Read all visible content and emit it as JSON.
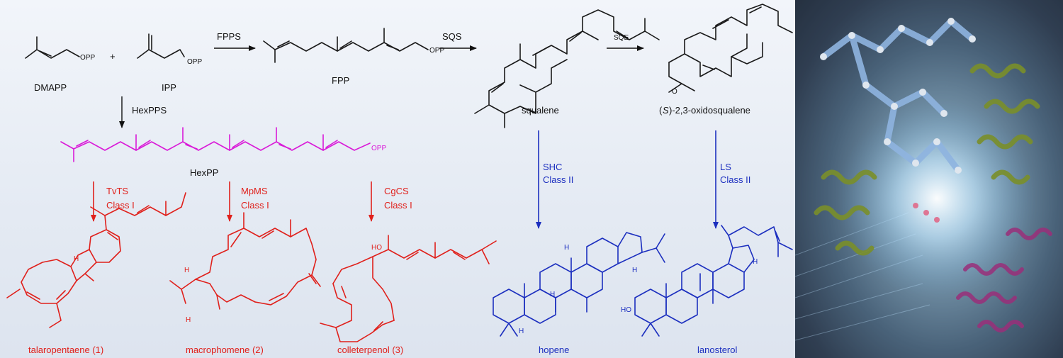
{
  "reagents": {
    "dmapp": "DMAPP",
    "ipp": "IPP",
    "plus": "+",
    "fpp": "FPP",
    "squalene": "squalene",
    "oxido_prefix": "(",
    "oxido_s": "S",
    "oxido_suffix": ")-2,3-oxidosqualene",
    "hexpp": "HexPP",
    "opp": "OPP",
    "o_atom": "O"
  },
  "enzymes": {
    "fpps": "FPPS",
    "sqs": "SQS",
    "sqe": "SQE",
    "hexpps": "HexPPS",
    "tvts": "TvTS",
    "mpms": "MpMS",
    "cgcs": "CgCS",
    "shc": "SHC",
    "ls": "LS",
    "class_one": "Class I",
    "class_two": "Class II"
  },
  "products": {
    "talaropentaene": "talaropentaene (1)",
    "macrophomene": "macrophomene (2)",
    "colleterpenol": "colleterpenol (3)",
    "hopene": "hopene",
    "lanosterol": "lanosterol"
  },
  "atoms": {
    "h": "H",
    "ho": "HO"
  },
  "colors": {
    "class_one": "#e0201b",
    "class_two": "#1c2fbf",
    "hexpp": "#d91ad8",
    "text": "#111111"
  }
}
